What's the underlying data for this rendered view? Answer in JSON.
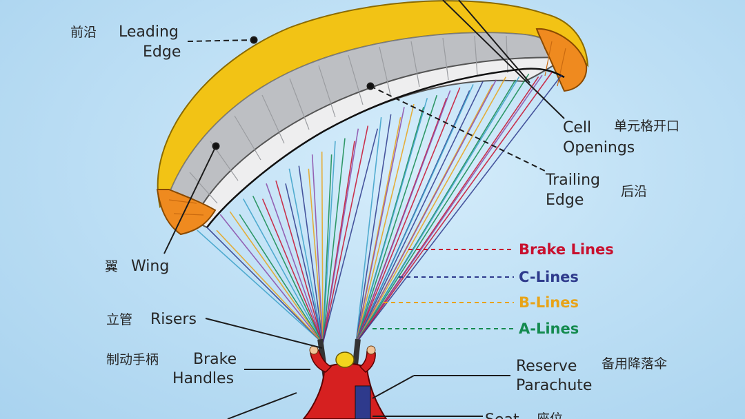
{
  "labels": {
    "leading_edge": {
      "en_line1": "Leading",
      "en_line2": "Edge",
      "cn": "前沿"
    },
    "cell_openings": {
      "en_line1": "Cell",
      "en_line2": "Openings",
      "cn": "单元格开口"
    },
    "trailing_edge": {
      "en_line1": "Trailing",
      "en_line2": "Edge",
      "cn": "后沿"
    },
    "wing": {
      "en": "Wing",
      "cn": "翼"
    },
    "risers": {
      "en": "Risers",
      "cn": "立管"
    },
    "brake_handles": {
      "en_line1": "Brake",
      "en_line2": "Handles",
      "cn": "制动手柄"
    },
    "reserve_parachute": {
      "en_line1": "Reserve",
      "en_line2": "Parachute",
      "cn": "备用降落伞"
    },
    "seat": {
      "en": "Seat",
      "cn": "座位"
    }
  },
  "line_types": [
    {
      "name": "Brake Lines",
      "color": "#c8102e"
    },
    {
      "name": "C-Lines",
      "color": "#2e3a8c"
    },
    {
      "name": "B-Lines",
      "color": "#e8a317"
    },
    {
      "name": "A-Lines",
      "color": "#138a4e"
    }
  ],
  "colors": {
    "canopy_top": "#f2c315",
    "canopy_under": "#e9e9ea",
    "wingtip": "#ef8a1f",
    "pilot_suit": "#d62020",
    "helmet": "#f2d41d"
  }
}
